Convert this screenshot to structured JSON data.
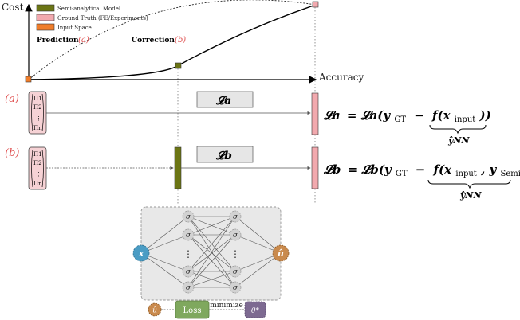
{
  "colors": {
    "semi": "#6b7514",
    "gt": "#e8888f",
    "gt_fill": "#f2a9ae",
    "input": "#f07d2a",
    "pink_box": "#f6d2d5",
    "red_text": "#e05252",
    "ann_bg": "#e6e6e6",
    "neuron": "#d2d2d2",
    "x_node": "#4a9cc4",
    "u_node": "#c98a4d",
    "loss": "#7fa85e",
    "theta": "#7d6a91"
  },
  "cost_plot": {
    "y_label": "Cost",
    "x_label": "Accuracy",
    "legend": [
      {
        "label": "Semi-analytical Model",
        "color": "semi"
      },
      {
        "label": "Ground Truth (FE/Experiments)",
        "color": "gt"
      },
      {
        "label": "Input Space",
        "color": "input"
      }
    ],
    "prediction_label": "Prediction",
    "prediction_tag": "(a)",
    "correction_label": "Correction",
    "correction_tag": "(b)"
  },
  "row_a": {
    "tag": "(a)",
    "vector": [
      "Π1",
      "Π2",
      "⋮",
      "Πn"
    ],
    "loss_box": "𝓛a",
    "eq_lhs": "𝓛a",
    "eq_mid": "= 𝓛a(y",
    "eq_gt": "GT",
    "eq_minus": "−",
    "eq_f": "f(x",
    "eq_input": "input",
    "eq_close": "))",
    "brace_label": "ŷNN"
  },
  "row_b": {
    "tag": "(b)",
    "vector": [
      "Π1",
      "Π2",
      "⋮",
      "Πn"
    ],
    "loss_box": "𝓛b",
    "eq_lhs": "𝓛b",
    "eq_mid": "= 𝓛b(y",
    "eq_gt": "GT",
    "eq_minus": "−",
    "eq_f": "f(x",
    "eq_input": "input",
    "eq_sep": ", y",
    "eq_semi": "Semi",
    "eq_close": "))",
    "brace_label": "ŷNN"
  },
  "network": {
    "input_node": "x",
    "output_node": "û",
    "neuron_symbol": "σ",
    "ellipsis": "⋮",
    "loss_input": "û",
    "loss_label": "Loss",
    "minimize_label": "minimize",
    "theta_label": "θ*"
  }
}
